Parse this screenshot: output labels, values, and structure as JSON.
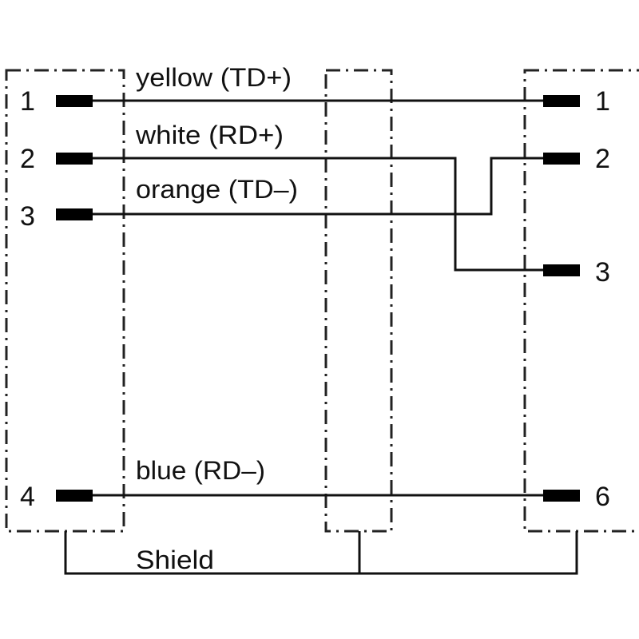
{
  "left_connector": {
    "pins": [
      "1",
      "2",
      "3",
      "4"
    ]
  },
  "right_connector": {
    "pins": [
      "1",
      "2",
      "3",
      "6"
    ]
  },
  "wires": [
    {
      "label": "yellow (TD+)",
      "from": "1",
      "to": "1"
    },
    {
      "label": "white (RD+)",
      "from": "2",
      "to": "3"
    },
    {
      "label": "orange (TD–)",
      "from": "3",
      "to": "2"
    },
    {
      "label": "blue (RD–)",
      "from": "4",
      "to": "6"
    }
  ],
  "shield_label": "Shield"
}
